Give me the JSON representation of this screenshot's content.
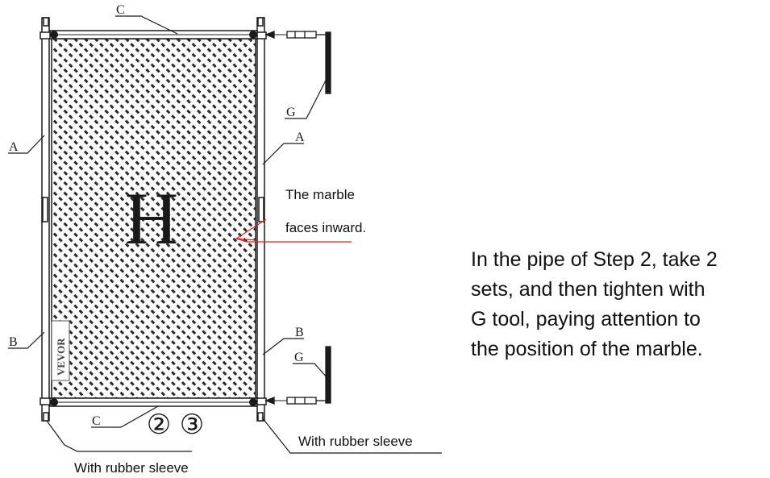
{
  "labels": {
    "letter_a": "A",
    "letter_b": "B",
    "letter_c": "C",
    "letter_g": "G",
    "letter_h": "H",
    "circled_2": "②",
    "circled_3": "③",
    "brand": "VEVOR"
  },
  "annotations": {
    "marble_line1": "The marble",
    "marble_line2": "faces inward.",
    "rubber_sleeve_right": "With rubber sleeve",
    "rubber_sleeve_bottom": "With rubber sleeve"
  },
  "instructions": {
    "lines": [
      "In the pipe of Step 2, take 2",
      "sets, and then tighten with",
      "G tool, paying attention to",
      "the position of the marble."
    ]
  },
  "colors": {
    "line": "#1a1a1a",
    "pointer": "#e02020",
    "text": "#111111"
  }
}
